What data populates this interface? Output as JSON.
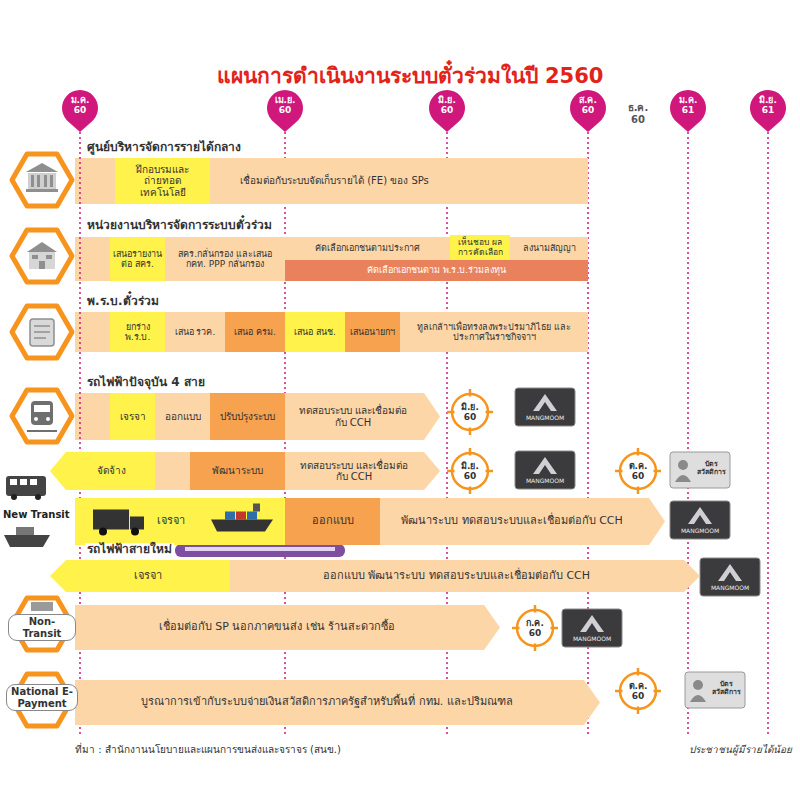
{
  "diagram": {
    "title": "แผนการดำเนินงานระบบตั๋วร่วมในปี 2560",
    "nodes": [
      {
        "text": [
          "ม.ค. 60"
        ]
      },
      {
        "text": [
          "เม.ย. 60"
        ]
      },
      {
        "text": [
          "มิ.ย. 60"
        ]
      },
      {
        "text": [
          "ส.ค. 60"
        ]
      },
      {
        "text": [
          "ม.ค. 61"
        ]
      },
      {
        "text": [
          "มิ.ย. 61"
        ]
      },
      {
        "text": [
          "ฝึกอบรมและ ถ่ายทอดเทคโนโลยี"
        ]
      },
      {
        "text": [
          "เชื่อมต่อกับระบบจัดเก็บรายได้ (FE) ของ SPs"
        ]
      },
      {
        "text": [
          "เสนอรายงาน ต่อ สคร."
        ]
      },
      {
        "text": [
          "สคร.กลั่นกรอง และเสนอ กคท. PPP กลั่นกรอง"
        ]
      },
      {
        "text": [
          "คัดเลือกเอกชนตามประกาศ"
        ]
      },
      {
        "text": [
          "เห็นชอบ ผลการคัดเลือก"
        ]
      },
      {
        "text": [
          "ลงนามสัญญา"
        ]
      },
      {
        "text": [
          "คัดเลือกเอกชนตาม พ.ร.บ.ร่วมลงทุน"
        ]
      },
      {
        "text": [
          "ยกร่าง พ.ร.บ."
        ]
      },
      {
        "text": [
          "เสนอ รวค."
        ]
      },
      {
        "text": [
          "เสนอ ครม."
        ]
      },
      {
        "text": [
          "เสนอ สนช."
        ]
      },
      {
        "text": [
          "เสนอนายกฯ"
        ]
      },
      {
        "text": [
          "ทูลเกล้าฯเพื่อทรงลงพระปรมาภิไธย และประกาศในราชกิจจาฯ"
        ]
      },
      {
        "text": [
          "เจรจา"
        ]
      },
      {
        "text": [
          "ออกแบบ"
        ]
      },
      {
        "text": [
          "ปรับปรุงระบบ"
        ]
      },
      {
        "text": [
          "ทดสอบระบบ และเชื่อมต่อกับ CCH"
        ]
      },
      {
        "text": [
          "มิ.ย. 60"
        ]
      },
      {
        "text": [
          "จัดจ้าง"
        ]
      },
      {
        "text": [
          "พัฒนาระบบ"
        ]
      },
      {
        "text": [
          "ทดสอบระบบ และเชื่อมต่อกับ CCH"
        ]
      },
      {
        "text": [
          "มิ.ย. 60"
        ]
      },
      {
        "text": [
          "ต.ค. 60"
        ]
      },
      {
        "text": [
          "เจรจา"
        ]
      },
      {
        "text": [
          "ออกแบบ"
        ]
      },
      {
        "text": [
          "พัฒนาระบบ ทดสอบระบบและเชื่อมต่อกับ CCH"
        ]
      },
      {
        "text": [
          "เจรจา"
        ]
      },
      {
        "text": [
          "ออกแบบ พัฒนาระบบ ทดสอบระบบและเชื่อมต่อกับ CCH"
        ]
      },
      {
        "text": [
          "เชื่อมต่อกับ SP นอกภาคขนส่ง เช่น ร้านสะดวกซื้อ"
        ]
      },
      {
        "text": [
          "ก.ค. 60"
        ]
      },
      {
        "text": [
          "บูรณาการเข้ากับระบบจ่ายเงินสวัสดิการภาครัฐสำหรับพื้นที่ กทม. และปริมณฑล"
        ]
      },
      {
        "text": [
          "ต.ค. 60"
        ]
      }
    ],
    "labels": [
      "ธ.ค. 60",
      "ศูนย์บริหารจัดการรายได้กลาง",
      "หน่วยงานบริหารจัดการระบบตั๋วร่วม",
      "พ.ร.บ.ตั๋วร่วม",
      "รถไฟฟ้าปัจจุบัน 4 สาย",
      "MANGMOOM",
      "MANGMOOM",
      "บัตร สวัสดิการ",
      "New Transit",
      "MANGMOOM",
      "รถไฟฟ้าสายใหม่",
      "MANGMOOM",
      "Non-Transit",
      "MANGMOOM",
      "National E-Payment",
      "บัตร สวัสดิการ",
      "ที่มา : สำนักงานนโยบายและแผนการขนส่งและจราจร (สนข.)",
      "ประชาชนผู้มีรายได้น้อย"
    ]
  }
}
